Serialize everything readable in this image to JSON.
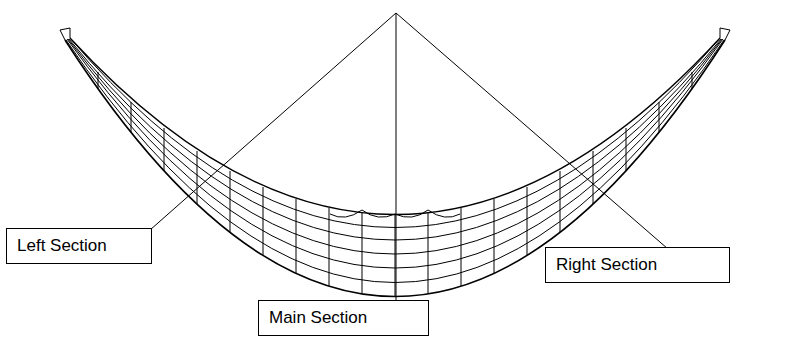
{
  "diagram": {
    "nodes": [
      {
        "text": [
          "Left Section"
        ]
      },
      {
        "text": [
          "Main Section"
        ]
      },
      {
        "text": [
          "Right Section"
        ]
      }
    ]
  }
}
